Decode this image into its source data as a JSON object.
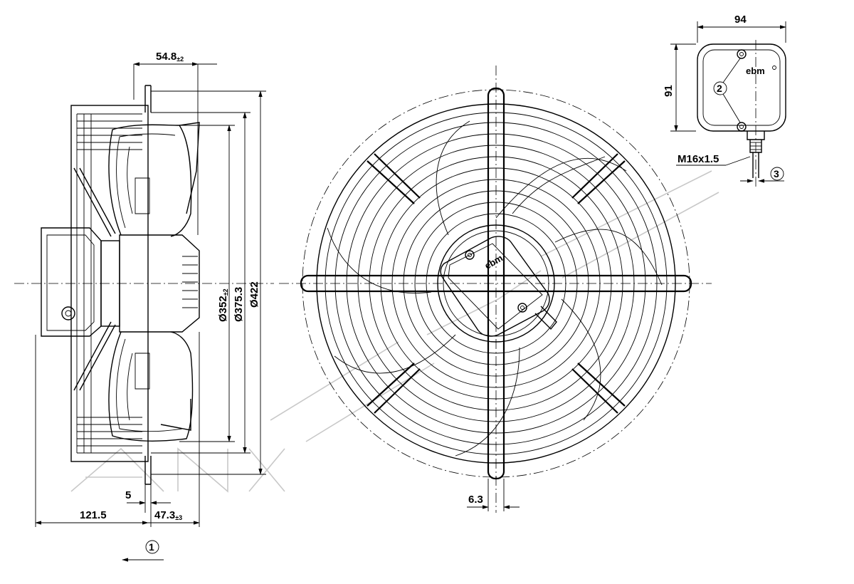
{
  "dimensions": {
    "d54_8": {
      "value": "54.8",
      "tol": "±2"
    },
    "d352": {
      "value": "Ø352",
      "tol": "±2"
    },
    "d375_3": {
      "value": "Ø375.3"
    },
    "d422": {
      "value": "Ø422"
    },
    "d5": {
      "value": "5"
    },
    "d121_5": {
      "value": "121.5"
    },
    "d47_3": {
      "value": "47.3",
      "tol": "±3"
    },
    "d6_3": {
      "value": "6.3"
    },
    "d94": {
      "value": "94"
    },
    "d91": {
      "value": "91"
    },
    "thread": {
      "value": "M16x1.5"
    }
  },
  "callouts": {
    "c1": "1",
    "c2": "2",
    "c3": "3"
  },
  "brand": {
    "logo_text": "ebm"
  }
}
